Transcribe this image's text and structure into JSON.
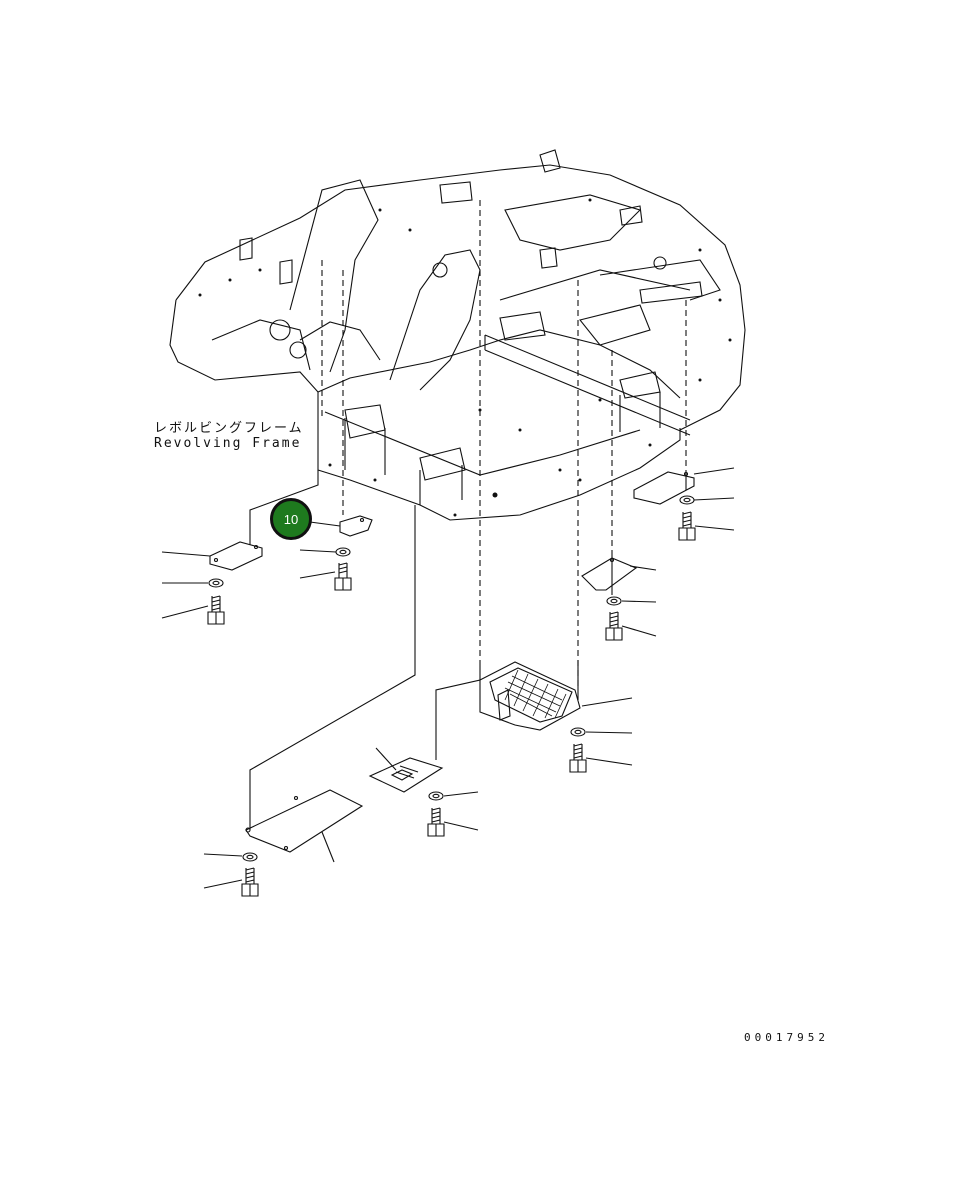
{
  "labels": {
    "frame_ja": "レボルビングフレーム",
    "frame_en": "Revolving Frame"
  },
  "callout": {
    "number": "10",
    "color": "#1e7a1e"
  },
  "drawing_number": "00017952",
  "icons": [
    "hex-bolt-icon",
    "washer-icon",
    "cover-plate-icon",
    "mesh-cover-icon"
  ]
}
